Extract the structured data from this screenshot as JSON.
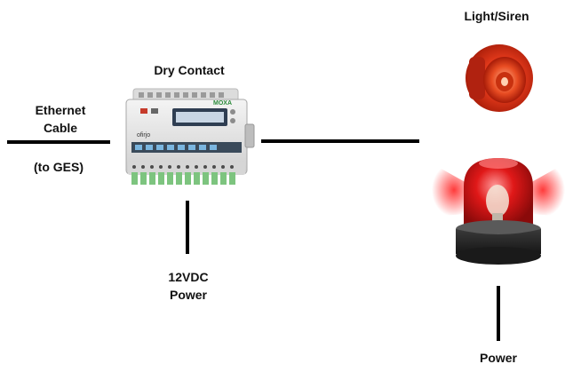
{
  "labels": {
    "ethernet_line1": "Ethernet",
    "ethernet_line2": "Cable",
    "to_ges": "(to GES)",
    "dry_contact": "Dry Contact",
    "power_12vdc_line1": "12VDC",
    "power_12vdc_line2": "Power",
    "light_siren": "Light/Siren",
    "power": "Power"
  },
  "device_screen_text": {
    "brand": "ofirjo",
    "model": "MOXA"
  },
  "colors": {
    "line": "#000000",
    "siren_red": "#d62a10",
    "beacon_red": "#e01818",
    "device_body": "#e8e8e8",
    "device_terminal": "#7dc47f"
  },
  "icons": [
    "dry-contact-controller-icon",
    "siren-icon",
    "beacon-light-icon"
  ]
}
